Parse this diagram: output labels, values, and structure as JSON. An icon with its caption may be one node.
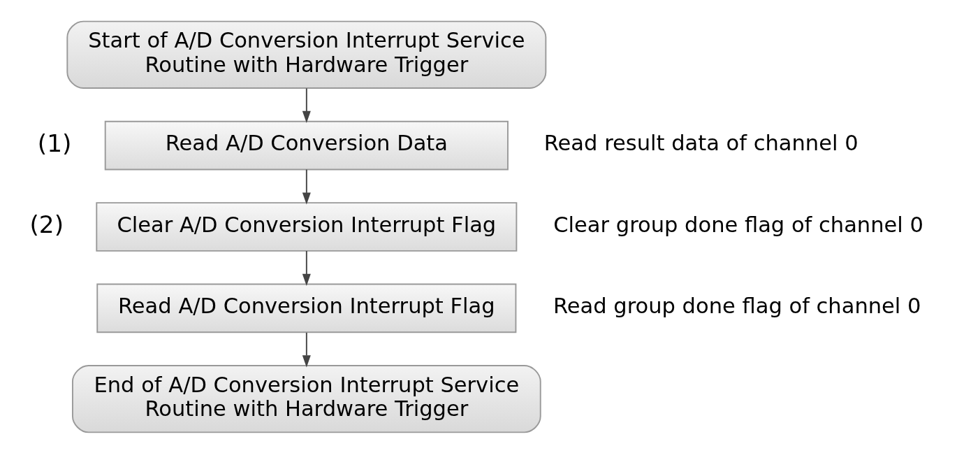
{
  "diagram": {
    "nodes": [
      {
        "text": [
          "Start of A/D Conversion Interrupt Service Routine with Hardware Trigger"
        ]
      },
      {
        "text": [
          "Read A/D Conversion Data"
        ],
        "beside": [
          "Read result data of channel 0"
        ]
      },
      {
        "text": [
          "Clear A/D Conversion Interrupt Flag"
        ],
        "beside": [
          "Clear group done flag of channel 0"
        ]
      },
      {
        "text": [
          "Read A/D Conversion Interrupt Flag"
        ],
        "beside": [
          "Read group done flag of channel 0"
        ]
      },
      {
        "text": [
          "End of A/D Conversion Interrupt Service Routine with Hardware Trigger"
        ]
      }
    ],
    "edges": [
      {
        "from": 0,
        "to": 1,
        "arrow": "to"
      },
      {
        "from": 1,
        "to": 2,
        "arrow": "to"
      },
      {
        "from": 2,
        "to": 3,
        "arrow": "to"
      },
      {
        "from": 3,
        "to": 4,
        "arrow": "to"
      }
    ],
    "labels": [
      "(1)",
      "(2)"
    ]
  }
}
